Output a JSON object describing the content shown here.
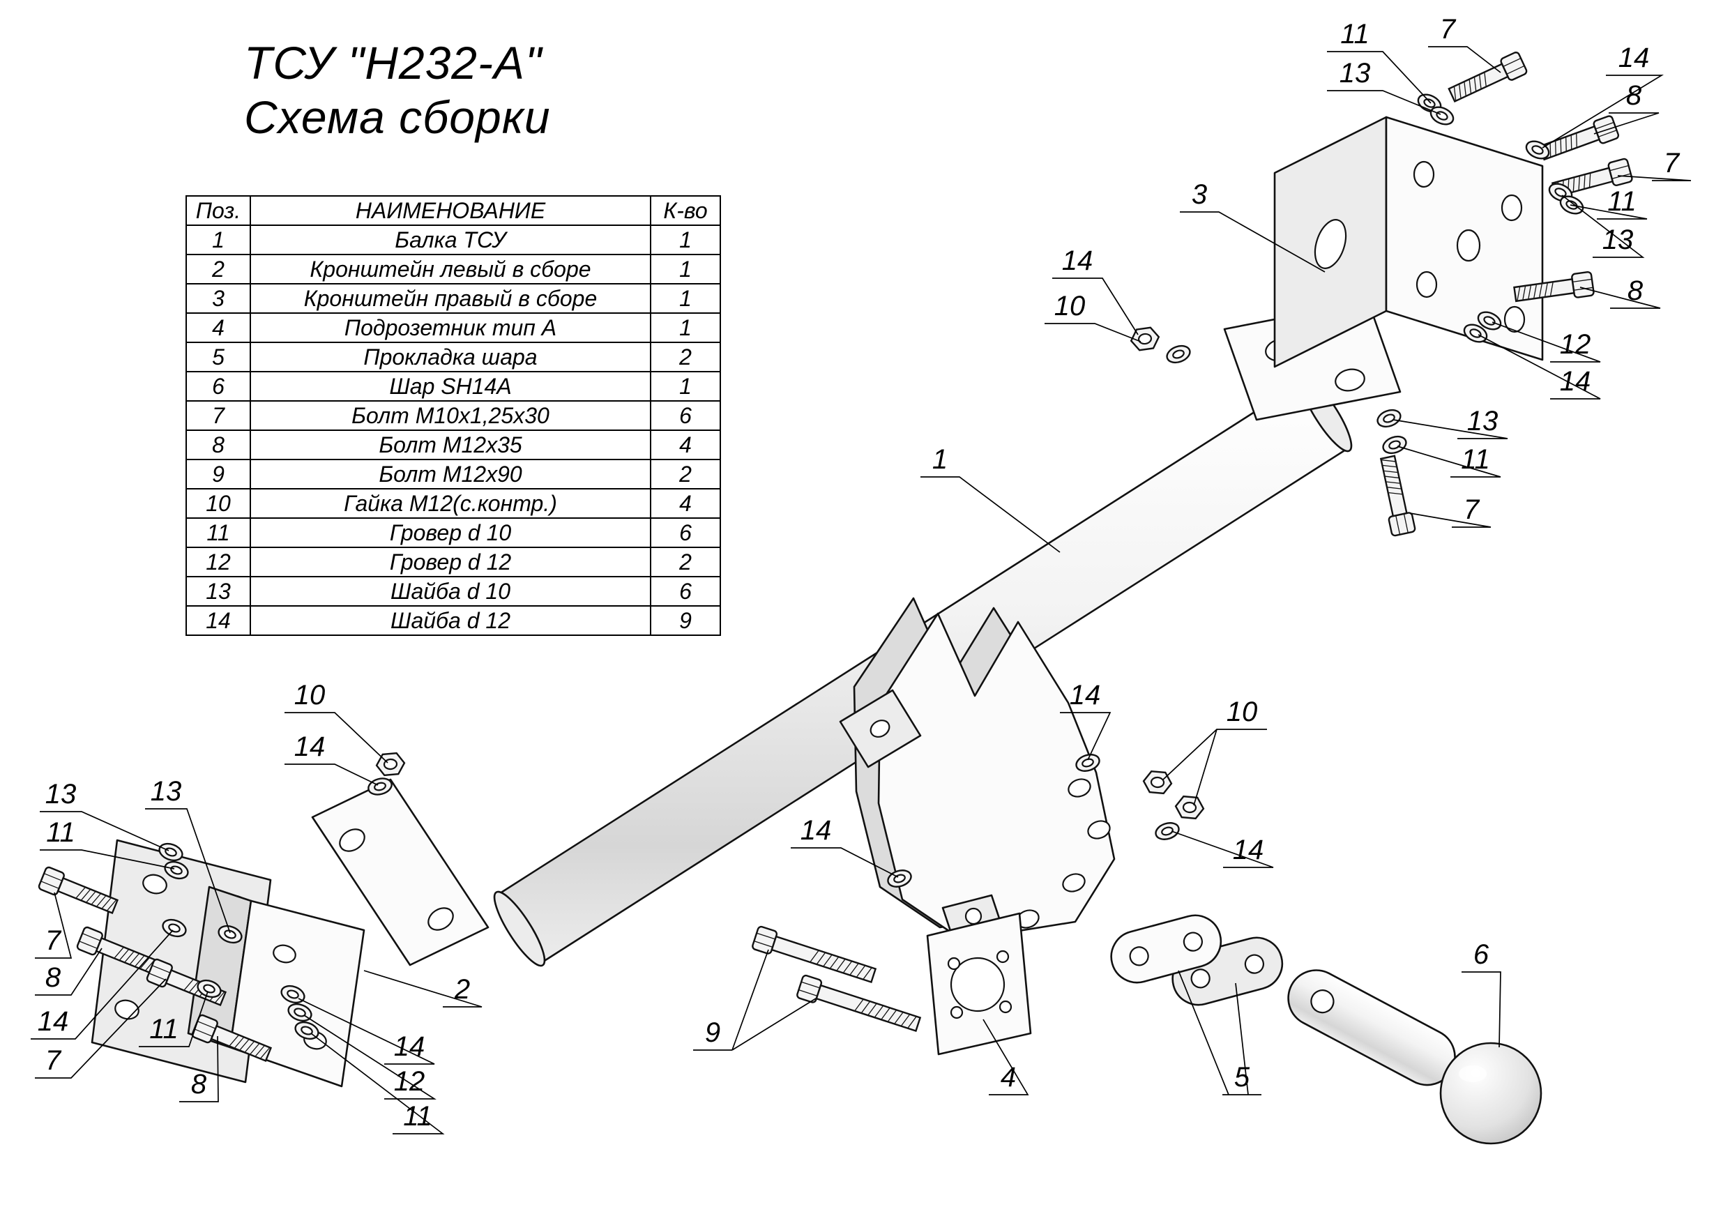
{
  "title": {
    "line1": "ТСУ \"Н232-А\"",
    "line2": "Схема сборки"
  },
  "table": {
    "headers": {
      "pos": "Поз.",
      "name": "НАИМЕНОВАНИЕ",
      "qty": "К-во"
    },
    "rows": [
      {
        "pos": "1",
        "name": "Балка ТСУ",
        "qty": "1"
      },
      {
        "pos": "2",
        "name": "Кронштейн левый в сборе",
        "qty": "1"
      },
      {
        "pos": "3",
        "name": "Кронштейн правый в сборе",
        "qty": "1"
      },
      {
        "pos": "4",
        "name": "Подрозетник тип А",
        "qty": "1"
      },
      {
        "pos": "5",
        "name": "Прокладка шара",
        "qty": "2"
      },
      {
        "pos": "6",
        "name": "Шар SH14A",
        "qty": "1"
      },
      {
        "pos": "7",
        "name": "Болт М10х1,25х30",
        "qty": "6"
      },
      {
        "pos": "8",
        "name": "Болт М12х35",
        "qty": "4"
      },
      {
        "pos": "9",
        "name": "Болт М12х90",
        "qty": "2"
      },
      {
        "pos": "10",
        "name": "Гайка М12(с.контр.)",
        "qty": "4"
      },
      {
        "pos": "11",
        "name": "Гровер d 10",
        "qty": "6"
      },
      {
        "pos": "12",
        "name": "Гровер d 12",
        "qty": "2"
      },
      {
        "pos": "13",
        "name": "Шайба d 10",
        "qty": "6"
      },
      {
        "pos": "14",
        "name": "Шайба d 12",
        "qty": "9"
      }
    ]
  },
  "callouts": {
    "top_11": "11",
    "top_13": "13",
    "top_7": "7",
    "top_14": "14",
    "top_8": "8",
    "right_7": "7",
    "right_11": "11",
    "right_13": "13",
    "right_8": "8",
    "right_12": "12",
    "right_14": "14",
    "mid_13": "13",
    "mid_11": "11",
    "mid_7": "7",
    "part_3": "3",
    "part_1": "1",
    "beamtop_14": "14",
    "beamtop_10": "10",
    "center_14a": "14",
    "center_10": "10",
    "center_14b": "14",
    "center_14c": "14",
    "left_10": "10",
    "left_14a": "14",
    "left_13a": "13",
    "left_11a": "11",
    "left_13b": "13",
    "left_7a": "7",
    "left_8a": "8",
    "left_14b": "14",
    "left_11b": "11",
    "left_7b": "7",
    "left_8b": "8",
    "part_2": "2",
    "left_14c": "14",
    "left_12": "12",
    "left_11c": "11",
    "bottom_9": "9",
    "part_4": "4",
    "part_5": "5",
    "part_6": "6"
  }
}
